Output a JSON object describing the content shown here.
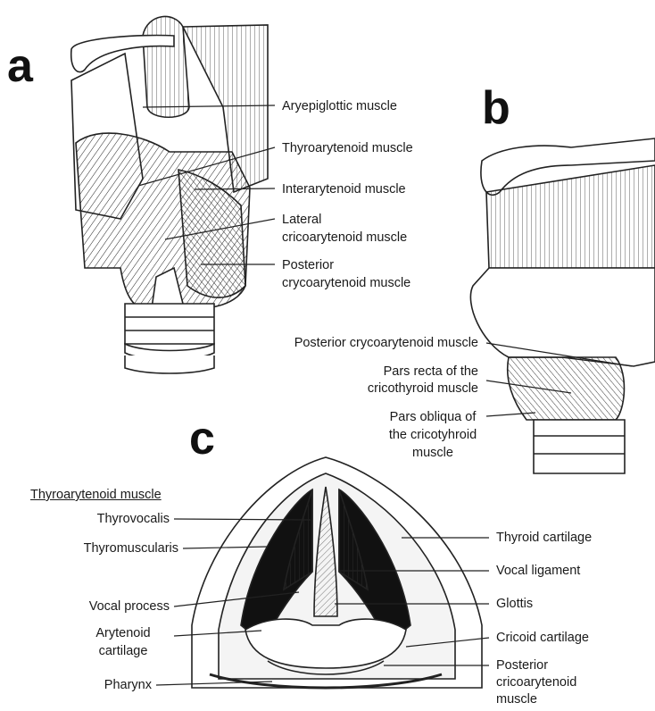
{
  "panels": {
    "a": "a",
    "b": "b",
    "c": "c"
  },
  "labels_a": {
    "aryepiglottic": "Aryepiglottic muscle",
    "thyroarytenoid": "Thyroarytenoid muscle",
    "interarytenoid": "Interarytenoid muscle",
    "lateral_1": "Lateral",
    "lateral_2": "cricoarytenoid muscle",
    "posterior_1": "Posterior",
    "posterior_2": "crycoarytenoid muscle"
  },
  "labels_b": {
    "posterior_crico": "Posterior crycoarytenoid muscle",
    "pars_recta_1": "Pars recta of the",
    "pars_recta_2": "cricothyroid muscle",
    "pars_obliqua_1": "Pars obliqua of",
    "pars_obliqua_2": "the cricotyhroid",
    "pars_obliqua_3": "muscle"
  },
  "labels_c": {
    "heading": "Thyroarytenoid muscle",
    "thyrovocalis": "Thyrovocalis",
    "thyromuscularis": "Thyromuscularis",
    "vocal_process": "Vocal process",
    "arytenoid_1": "Arytenoid",
    "arytenoid_2": "cartilage",
    "pharynx": "Pharynx",
    "thyroid_cartilage": "Thyroid cartilage",
    "vocal_ligament": "Vocal ligament",
    "glottis": "Glottis",
    "cricoid_cartilage": "Cricoid cartilage",
    "posterior_1": "Posterior",
    "posterior_2": "cricoarytenoid",
    "posterior_3": "muscle"
  }
}
